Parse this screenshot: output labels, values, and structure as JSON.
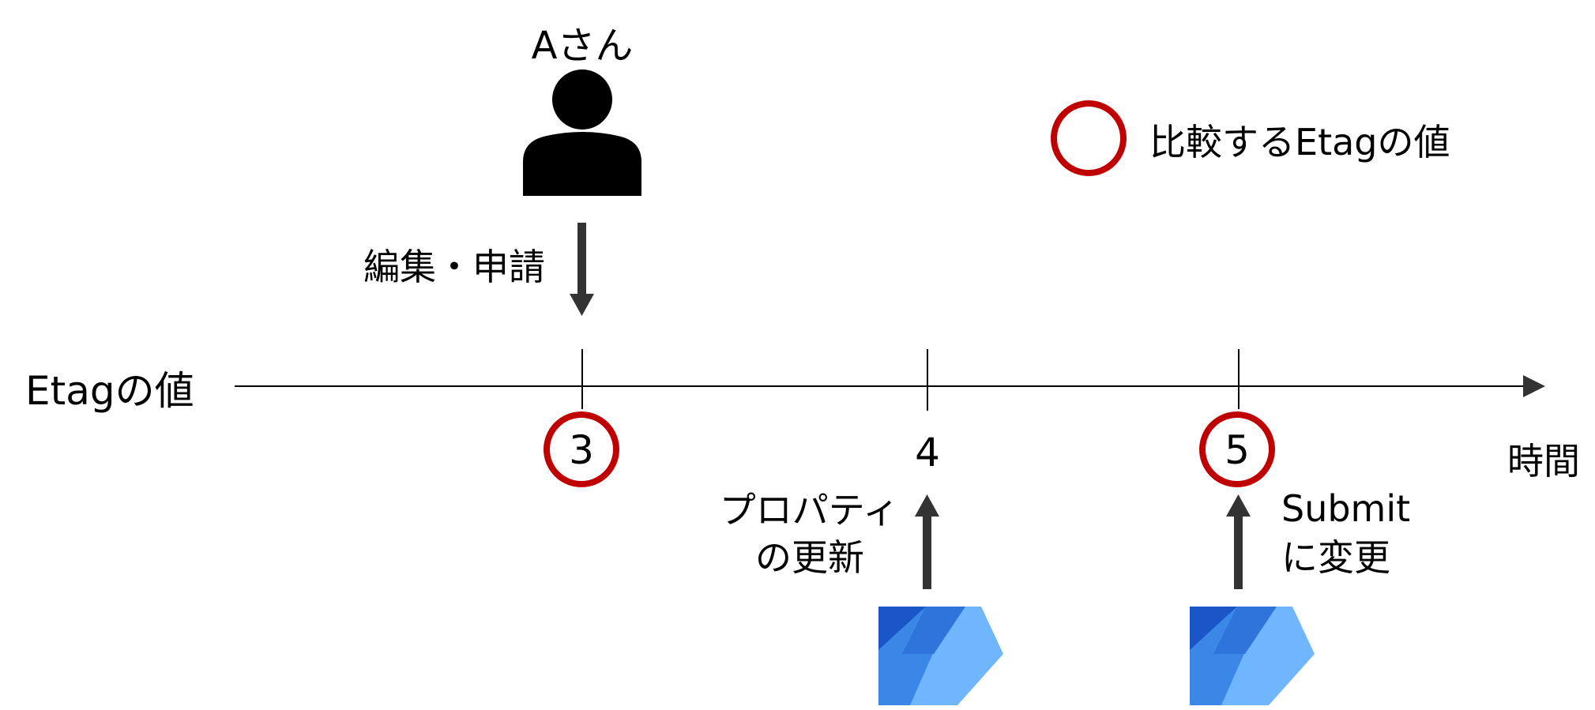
{
  "person": {
    "label": "Aさん",
    "icon": "person-icon"
  },
  "action_a": {
    "label": "編集・申請"
  },
  "legend": {
    "label": "比較するEtagの値",
    "color": "#c00000"
  },
  "timeline": {
    "label": "Etagの値",
    "end_label": "時間"
  },
  "ticks": [
    {
      "value": "3",
      "highlighted": true
    },
    {
      "value": "4",
      "highlighted": false
    },
    {
      "value": "5",
      "highlighted": true
    }
  ],
  "flow1": {
    "label_line1": "プロパティ",
    "label_line2": "の更新",
    "icon": "power-automate-icon"
  },
  "flow2": {
    "label_line1": "Submit",
    "label_line2": "に変更",
    "icon": "power-automate-icon"
  },
  "colors": {
    "highlight": "#c00000",
    "arrow": "#333333",
    "flow_dark": "#1a56c8",
    "flow_mid": "#3b87e8",
    "flow_light": "#6fb6ff"
  }
}
